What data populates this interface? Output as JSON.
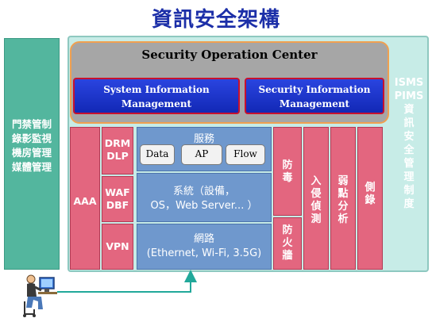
{
  "title": "資訊安全架構",
  "left_panel": {
    "lines": [
      "門禁管制",
      "錄影監視",
      "機房管理",
      "媒體管理"
    ]
  },
  "soc": {
    "title": "Security Operation Center",
    "sim": [
      "System Information",
      "Management"
    ],
    "sec": [
      "Security Information",
      "Management"
    ]
  },
  "aaa": "AAA",
  "drm": [
    "DRM",
    "DLP"
  ],
  "waf": [
    "WAF",
    "DBF"
  ],
  "vpn": "VPN",
  "service": {
    "title": "服務",
    "items": [
      "Data",
      "AP",
      "Flow"
    ]
  },
  "system": [
    "系統（設備，",
    "OS，Web Server... ）"
  ],
  "network": [
    "網路",
    "(Ethernet, Wi-Fi, 3.5G)"
  ],
  "firewall_top": "防毒",
  "firewall_bottom": "防火牆",
  "columns": [
    "入侵偵測",
    "弱點分析",
    "側錄"
  ],
  "isms": [
    "ISMS",
    "PIMS",
    "資",
    "訊",
    "安",
    "全",
    "管",
    "理",
    "制",
    "度"
  ],
  "colors": {
    "title": "#1c2fa8",
    "pink": "#e3667f",
    "blue": "#6f98cd",
    "teal": "#53b69e",
    "arrow": "#21a89a"
  }
}
